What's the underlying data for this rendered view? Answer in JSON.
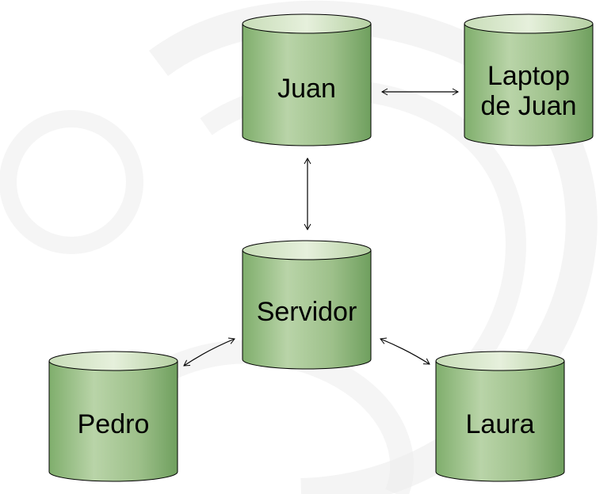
{
  "colors": {
    "cylinder_fill_top": "#d9e8c9",
    "cylinder_fill_mid": "#9dc08a",
    "cylinder_fill_dark": "#6f9f5e",
    "cylinder_stroke": "#000000",
    "arrow": "#000000",
    "watermark": "#ededed"
  },
  "nodes": {
    "juan": {
      "label": "Juan"
    },
    "laptop": {
      "line1": "Laptop",
      "line2": "de Juan"
    },
    "servidor": {
      "label": "Servidor"
    },
    "pedro": {
      "label": "Pedro"
    },
    "laura": {
      "label": "Laura"
    }
  }
}
